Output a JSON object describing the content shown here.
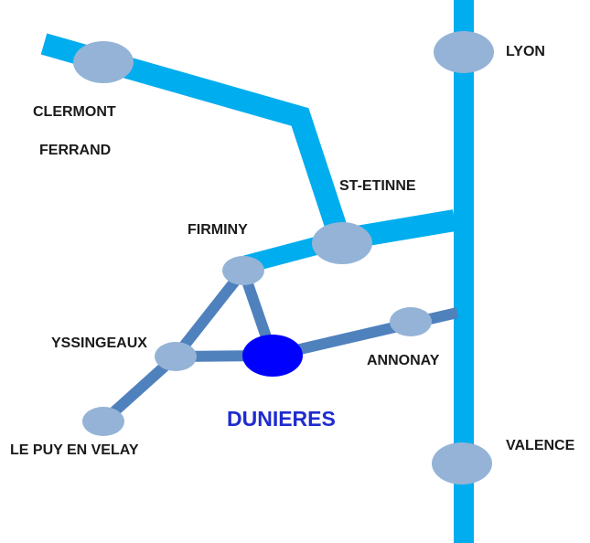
{
  "colors": {
    "major_road": "#00adee",
    "minor_road": "#4f81bd",
    "city_node": "#95b3d7",
    "highlight_node": "#0000ff",
    "highlight_label": "#1f2bd0",
    "label": "#1a1a1a"
  },
  "cities": {
    "clermont_line1": "CLERMONT",
    "clermont_line2": "FERRAND",
    "lyon": "LYON",
    "st_etienne": "ST-ETINNE",
    "firminy": "FIRMINY",
    "yssingeaux": "YSSINGEAUX",
    "annonay": "ANNONAY",
    "dunieres": "DUNIERES",
    "le_puy": "LE PUY EN VELAY",
    "valence": "VALENCE"
  }
}
